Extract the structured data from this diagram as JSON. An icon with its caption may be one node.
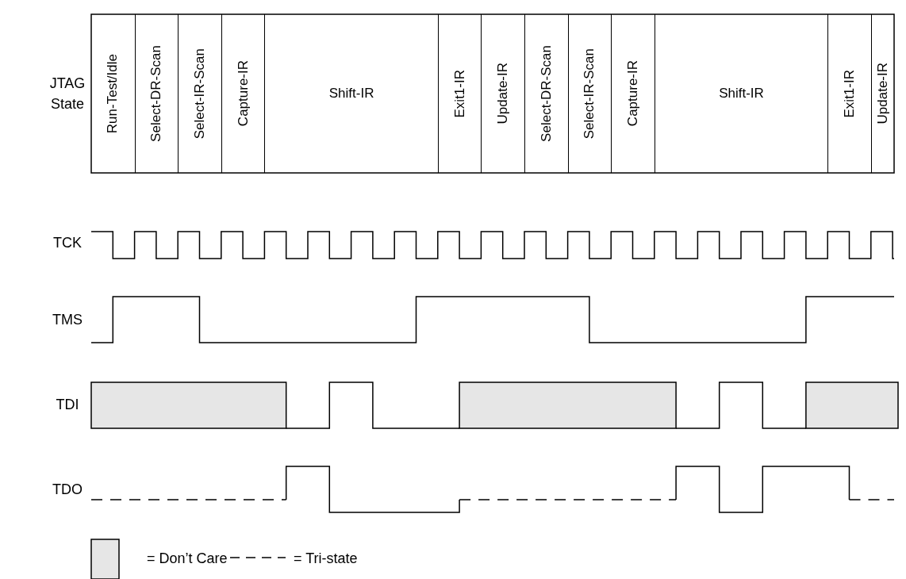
{
  "diagram": {
    "labels": [
      "JTAG State",
      "Run-Test/Idle",
      "Select-DR-Scan",
      "Select-IR-Scan",
      "Capture-IR",
      "Shift-IR",
      "Exit1-IR",
      "Update-IR",
      "Select-DR-Scan",
      "Select-IR-Scan",
      "Capture-IR",
      "Shift-IR",
      "Exit1-IR",
      "Update-IR",
      "TCK",
      "TMS",
      "TDI",
      "TDO"
    ],
    "legend": [
      {
        "text": "= Don’t Care",
        "color": "#e6e6e6"
      },
      {
        "text": "= Tri-state"
      }
    ]
  }
}
